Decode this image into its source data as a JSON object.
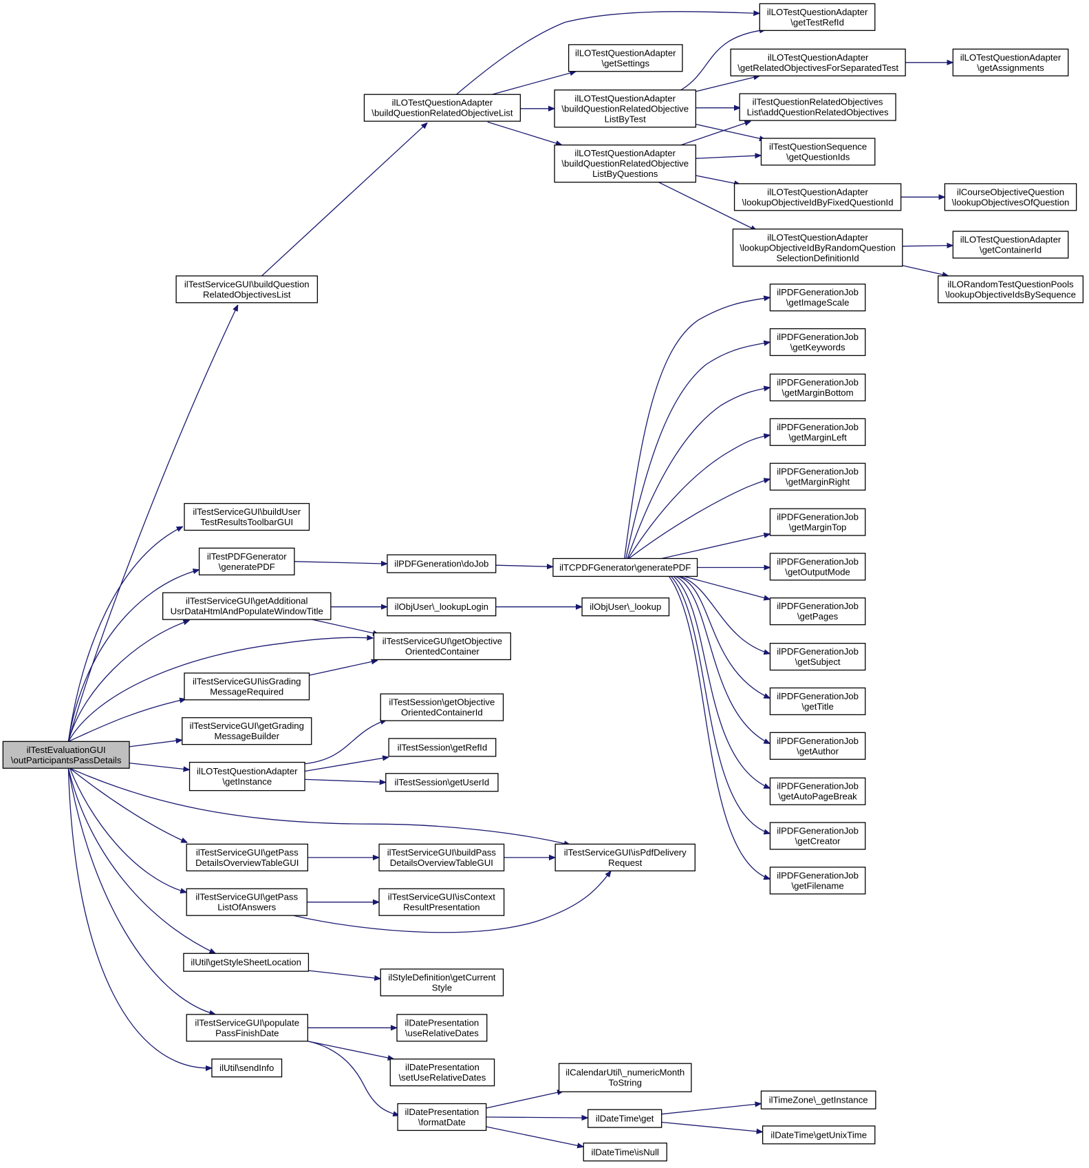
{
  "nodes": [
    {
      "id": "root",
      "lines": [
        "ilTestEvaluationGUI",
        "\\outParticipantsPassDetails"
      ]
    },
    {
      "id": "n1",
      "lines": [
        "ilTestServiceGUI\\buildQuestion",
        "RelatedObjectivesList"
      ]
    },
    {
      "id": "n2",
      "lines": [
        "ilLOTestQuestionAdapter",
        "\\buildQuestionRelatedObjectiveList"
      ]
    },
    {
      "id": "n3",
      "lines": [
        "ilLOTestQuestionAdapter",
        "\\getTestRefId"
      ]
    },
    {
      "id": "n4",
      "lines": [
        "ilLOTestQuestionAdapter",
        "\\getSettings"
      ]
    },
    {
      "id": "n5",
      "lines": [
        "ilLOTestQuestionAdapter",
        "\\buildQuestionRelatedObjective",
        "ListByTest"
      ]
    },
    {
      "id": "n6",
      "lines": [
        "ilLOTestQuestionAdapter",
        "\\buildQuestionRelatedObjective",
        "ListByQuestions"
      ]
    },
    {
      "id": "n7",
      "lines": [
        "ilLOTestQuestionAdapter",
        "\\getRelatedObjectivesForSeparatedTest"
      ]
    },
    {
      "id": "n8",
      "lines": [
        "ilLOTestQuestionAdapter",
        "\\getAssignments"
      ]
    },
    {
      "id": "n9",
      "lines": [
        "ilTestQuestionRelatedObjectives",
        "List\\addQuestionRelatedObjectives"
      ]
    },
    {
      "id": "n10",
      "lines": [
        "ilTestQuestionSequence",
        "\\getQuestionIds"
      ]
    },
    {
      "id": "n11",
      "lines": [
        "ilLOTestQuestionAdapter",
        "\\lookupObjectiveIdByFixedQuestionId"
      ]
    },
    {
      "id": "n12",
      "lines": [
        "ilCourseObjectiveQuestion",
        "\\lookupObjectivesOfQuestion"
      ]
    },
    {
      "id": "n13",
      "lines": [
        "ilLOTestQuestionAdapter",
        "\\lookupObjectiveIdByRandomQuestion",
        "SelectionDefinitionId"
      ]
    },
    {
      "id": "n14",
      "lines": [
        "ilLOTestQuestionAdapter",
        "\\getContainerId"
      ]
    },
    {
      "id": "n15",
      "lines": [
        "ilLORandomTestQuestionPools",
        "\\lookupObjectiveIdsBySequence"
      ]
    },
    {
      "id": "p1",
      "lines": [
        "ilPDFGenerationJob",
        "\\getImageScale"
      ]
    },
    {
      "id": "p2",
      "lines": [
        "ilPDFGenerationJob",
        "\\getKeywords"
      ]
    },
    {
      "id": "p3",
      "lines": [
        "ilPDFGenerationJob",
        "\\getMarginBottom"
      ]
    },
    {
      "id": "p4",
      "lines": [
        "ilPDFGenerationJob",
        "\\getMarginLeft"
      ]
    },
    {
      "id": "p5",
      "lines": [
        "ilPDFGenerationJob",
        "\\getMarginRight"
      ]
    },
    {
      "id": "p6",
      "lines": [
        "ilPDFGenerationJob",
        "\\getMarginTop"
      ]
    },
    {
      "id": "p7",
      "lines": [
        "ilPDFGenerationJob",
        "\\getOutputMode"
      ]
    },
    {
      "id": "p8",
      "lines": [
        "ilPDFGenerationJob",
        "\\getPages"
      ]
    },
    {
      "id": "p9",
      "lines": [
        "ilPDFGenerationJob",
        "\\getSubject"
      ]
    },
    {
      "id": "p10",
      "lines": [
        "ilPDFGenerationJob",
        "\\getTitle"
      ]
    },
    {
      "id": "p11",
      "lines": [
        "ilPDFGenerationJob",
        "\\getAuthor"
      ]
    },
    {
      "id": "p12",
      "lines": [
        "ilPDFGenerationJob",
        "\\getAutoPageBreak"
      ]
    },
    {
      "id": "p13",
      "lines": [
        "ilPDFGenerationJob",
        "\\getCreator"
      ]
    },
    {
      "id": "p14",
      "lines": [
        "ilPDFGenerationJob",
        "\\getFilename"
      ]
    },
    {
      "id": "n16",
      "lines": [
        "ilTestServiceGUI\\buildUser",
        "TestResultsToolbarGUI"
      ]
    },
    {
      "id": "n17",
      "lines": [
        "ilTestPDFGenerator",
        "\\generatePDF"
      ]
    },
    {
      "id": "n18",
      "lines": [
        "ilPDFGeneration\\doJob"
      ]
    },
    {
      "id": "n19",
      "lines": [
        "ilTCPDFGenerator\\generatePDF"
      ]
    },
    {
      "id": "n20",
      "lines": [
        "ilTestServiceGUI\\getAdditional",
        "UsrDataHtmlAndPopulateWindowTitle"
      ]
    },
    {
      "id": "n21",
      "lines": [
        "ilObjUser\\_lookupLogin"
      ]
    },
    {
      "id": "n22",
      "lines": [
        "ilObjUser\\_lookup"
      ]
    },
    {
      "id": "n23",
      "lines": [
        "ilTestServiceGUI\\getObjective",
        "OrientedContainer"
      ]
    },
    {
      "id": "n24",
      "lines": [
        "ilTestServiceGUI\\isGrading",
        "MessageRequired"
      ]
    },
    {
      "id": "n25",
      "lines": [
        "ilTestServiceGUI\\getGrading",
        "MessageBuilder"
      ]
    },
    {
      "id": "n26",
      "lines": [
        "ilTestSession\\getObjective",
        "OrientedContainerId"
      ]
    },
    {
      "id": "n27",
      "lines": [
        "ilTestSession\\getRefId"
      ]
    },
    {
      "id": "n28",
      "lines": [
        "ilLOTestQuestionAdapter",
        "\\getInstance"
      ]
    },
    {
      "id": "n29",
      "lines": [
        "ilTestSession\\getUserId"
      ]
    },
    {
      "id": "n30",
      "lines": [
        "ilTestServiceGUI\\getPass",
        "DetailsOverviewTableGUI"
      ]
    },
    {
      "id": "n31",
      "lines": [
        "ilTestServiceGUI\\buildPass",
        "DetailsOverviewTableGUI"
      ]
    },
    {
      "id": "n32",
      "lines": [
        "ilTestServiceGUI\\isPdfDelivery",
        "Request"
      ]
    },
    {
      "id": "n33",
      "lines": [
        "ilTestServiceGUI\\getPass",
        "ListOfAnswers"
      ]
    },
    {
      "id": "n34",
      "lines": [
        "ilTestServiceGUI\\isContext",
        "ResultPresentation"
      ]
    },
    {
      "id": "n35",
      "lines": [
        "ilUtil\\getStyleSheetLocation"
      ]
    },
    {
      "id": "n36",
      "lines": [
        "ilStyleDefinition\\getCurrent",
        "Style"
      ]
    },
    {
      "id": "n37",
      "lines": [
        "ilTestServiceGUI\\populate",
        "PassFinishDate"
      ]
    },
    {
      "id": "n38",
      "lines": [
        "ilDatePresentation",
        "\\useRelativeDates"
      ]
    },
    {
      "id": "n39",
      "lines": [
        "ilDatePresentation",
        "\\setUseRelativeDates"
      ]
    },
    {
      "id": "n40",
      "lines": [
        "ilUtil\\sendInfo"
      ]
    },
    {
      "id": "n41",
      "lines": [
        "ilDatePresentation",
        "\\formatDate"
      ]
    },
    {
      "id": "n42",
      "lines": [
        "ilCalendarUtil\\_numericMonth",
        "ToString"
      ]
    },
    {
      "id": "n43",
      "lines": [
        "ilDateTime\\get"
      ]
    },
    {
      "id": "n44",
      "lines": [
        "ilTimeZone\\_getInstance"
      ]
    },
    {
      "id": "n45",
      "lines": [
        "ilDateTime\\getUnixTime"
      ]
    },
    {
      "id": "n46",
      "lines": [
        "ilDateTime\\isNull"
      ]
    }
  ]
}
